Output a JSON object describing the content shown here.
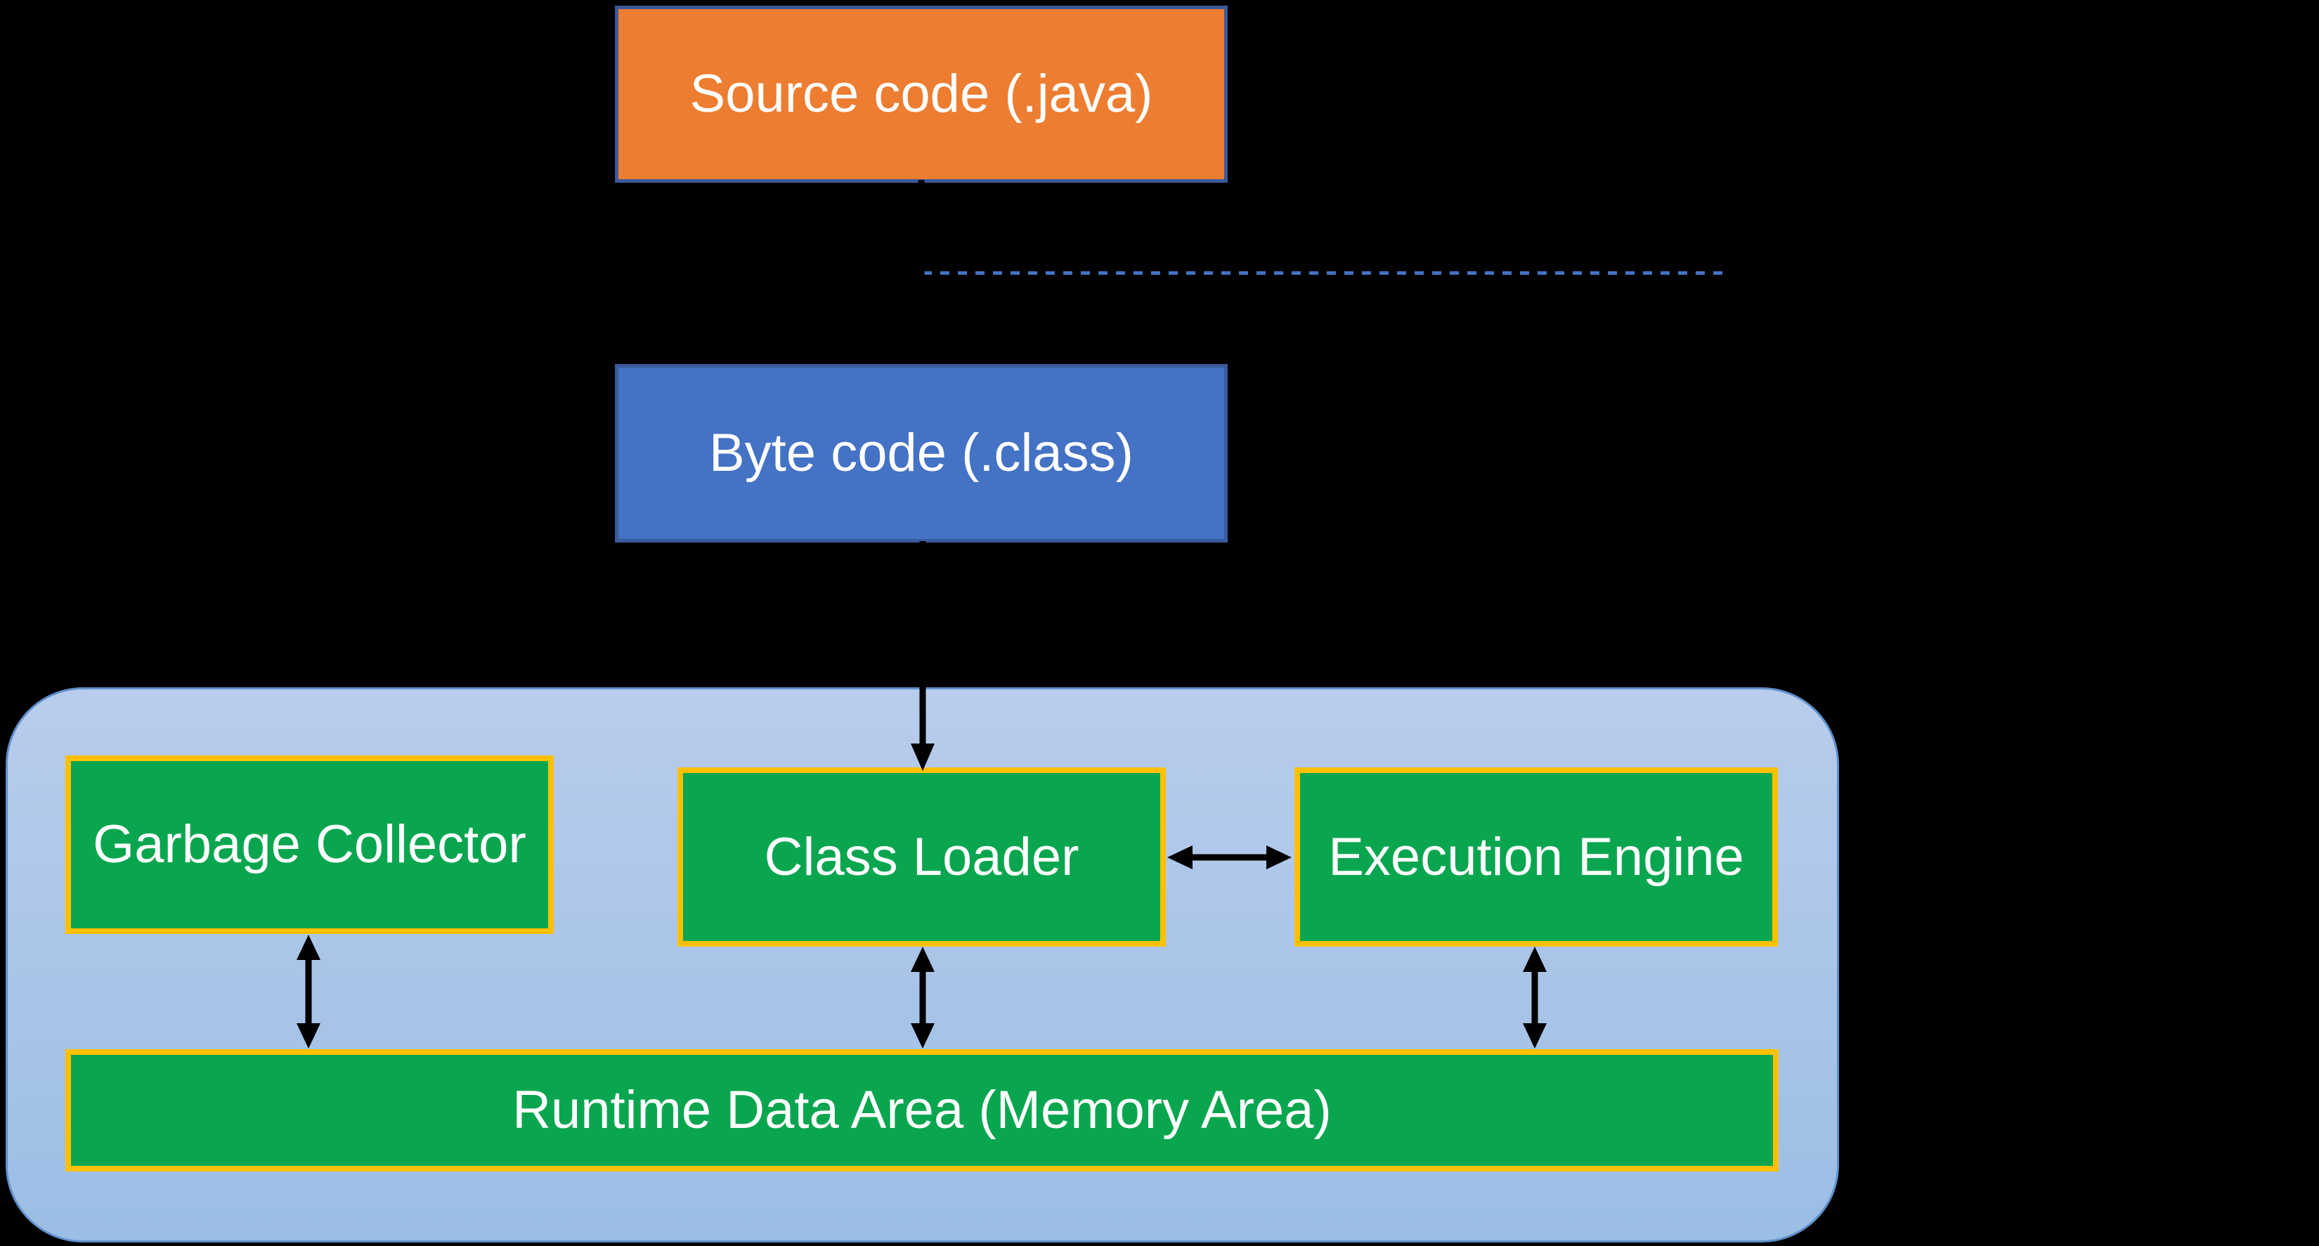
{
  "diagram": {
    "description": "Java program execution / JVM architecture diagram",
    "boxes": {
      "source": {
        "label": "Source code (.java)"
      },
      "bytecode": {
        "label": "Byte code (.class)"
      },
      "garbage_collector": {
        "label": "Garbage Collector"
      },
      "class_loader": {
        "label": "Class Loader"
      },
      "execution_engine": {
        "label": "Execution Engine"
      },
      "runtime_data_area": {
        "label": "Runtime Data Area (Memory Area)"
      }
    },
    "connections": [
      {
        "from": "source",
        "to": "bytecode",
        "type": "single-arrow-down"
      },
      {
        "from": "bytecode",
        "to": "class_loader",
        "type": "single-arrow-down"
      },
      {
        "from": "garbage_collector",
        "to": "runtime_data_area",
        "type": "double-arrow-vertical"
      },
      {
        "from": "class_loader",
        "to": "runtime_data_area",
        "type": "double-arrow-vertical"
      },
      {
        "from": "execution_engine",
        "to": "runtime_data_area",
        "type": "double-arrow-vertical"
      },
      {
        "from": "class_loader",
        "to": "execution_engine",
        "type": "double-arrow-horizontal"
      }
    ],
    "separator": {
      "type": "dashed-line",
      "orientation": "horizontal"
    },
    "colors": {
      "background": "#000000",
      "source_fill": "#ED7D31",
      "bytecode_fill": "#4472C4",
      "box_border": "#3A5A9B",
      "green_fill": "#0AA64F",
      "green_border": "#FFC000",
      "container_fill_top": "#B9CCEC",
      "container_fill_bottom": "#9BBEE5",
      "container_stroke": "#5E90CC",
      "dashed_line": "#4472C4",
      "arrow": "#000000",
      "text": "#FFFFFF"
    }
  }
}
